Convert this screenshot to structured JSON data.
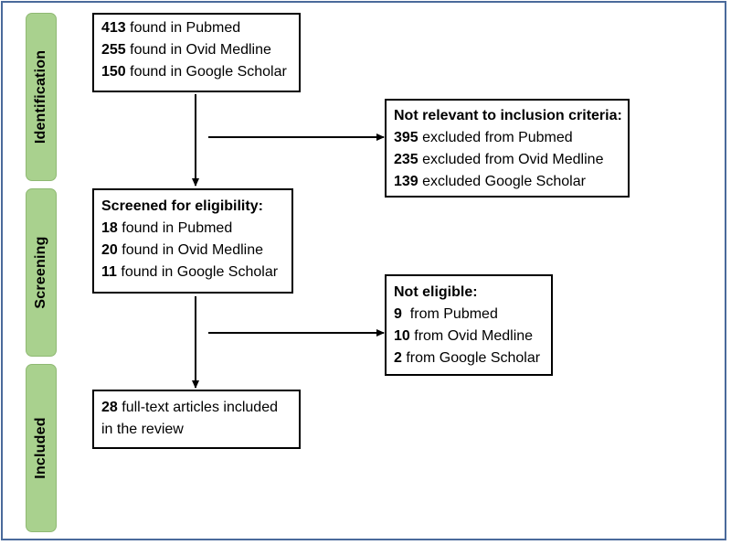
{
  "stages": {
    "identification": "Identification",
    "screening": "Screening",
    "included": "Included"
  },
  "identified": {
    "lines": [
      {
        "count": "413",
        "text": " found in Pubmed"
      },
      {
        "count": "255",
        "text": " found in Ovid Medline"
      },
      {
        "count": "150",
        "text": " found in Google Scholar"
      }
    ]
  },
  "not_relevant": {
    "heading": "Not relevant to inclusion criteria:",
    "lines": [
      {
        "count": "395",
        "text": " excluded from Pubmed"
      },
      {
        "count": "235",
        "text": " excluded from Ovid Medline"
      },
      {
        "count": "139",
        "text": " excluded Google Scholar"
      }
    ]
  },
  "screened": {
    "heading": "Screened for eligibility:",
    "lines": [
      {
        "count": "18",
        "text": " found in Pubmed"
      },
      {
        "count": "20",
        "text": " found in Ovid Medline"
      },
      {
        "count": "11",
        "text": " found in Google Scholar"
      }
    ]
  },
  "not_eligible": {
    "heading": "Not eligible:",
    "lines": [
      {
        "count": "9",
        "text": "  from Pubmed"
      },
      {
        "count": "10",
        "text": " from Ovid Medline"
      },
      {
        "count": "2",
        "text": " from Google Scholar"
      }
    ]
  },
  "included": {
    "lines": [
      {
        "count": "28",
        "text": " full-text articles included"
      },
      {
        "count": "",
        "text": "in the review"
      }
    ]
  },
  "colors": {
    "stage_fill": "#a9d18e",
    "frame_border": "#4a6a9b"
  }
}
